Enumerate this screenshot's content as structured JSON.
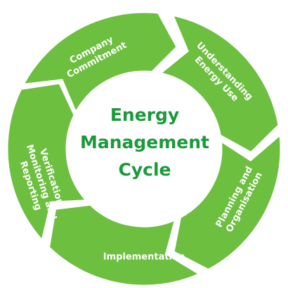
{
  "diagram": {
    "title_lines": [
      "Energy",
      "Management",
      "Cycle"
    ],
    "colors": {
      "segment_fill": "#6cbf3f",
      "segment_text": "#ffffff",
      "center_text": "#1a9a3a",
      "background": "#ffffff"
    },
    "stages": [
      {
        "lines": [
          "Company",
          "Commitment"
        ]
      },
      {
        "lines": [
          "Understanding",
          "Energy Use"
        ]
      },
      {
        "lines": [
          "Planning and",
          "Organisation"
        ]
      },
      {
        "lines": [
          "Implementation"
        ]
      },
      {
        "lines": [
          "Verification,",
          "Monitoring and",
          "Reporting"
        ]
      }
    ]
  }
}
